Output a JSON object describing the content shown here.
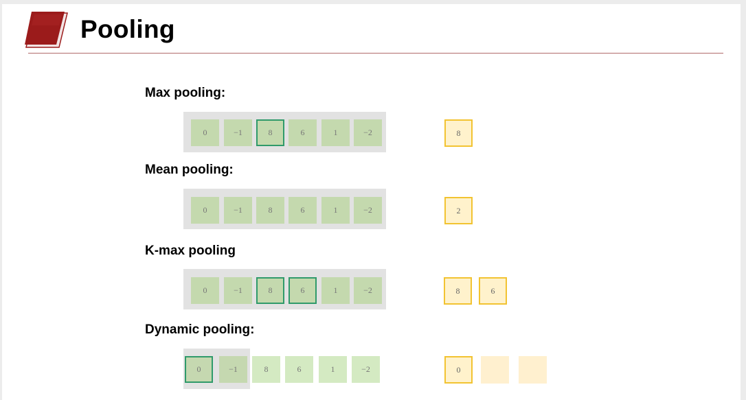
{
  "title": "Pooling",
  "sections": {
    "max": {
      "label": "Max pooling:",
      "input": [
        "0",
        "−1",
        "8",
        "6",
        "1",
        "−2"
      ],
      "highlighted": [
        2
      ],
      "output": [
        "8"
      ]
    },
    "mean": {
      "label": "Mean pooling:",
      "input": [
        "0",
        "−1",
        "8",
        "6",
        "1",
        "−2"
      ],
      "highlighted": [],
      "output": [
        "2"
      ]
    },
    "kmax": {
      "label": "K-max pooling",
      "input": [
        "0",
        "−1",
        "8",
        "6",
        "1",
        "−2"
      ],
      "highlighted": [
        2,
        3
      ],
      "output": [
        "8",
        "6"
      ]
    },
    "dynamic": {
      "label": "Dynamic pooling:",
      "input": [
        "0",
        "−1",
        "8",
        "6",
        "1",
        "−2"
      ],
      "window": [
        0,
        1
      ],
      "highlighted": [
        0
      ],
      "output": [
        "0",
        "",
        ""
      ]
    }
  },
  "colors": {
    "accent": "#9b1b1b",
    "cell": "#c4d9ae",
    "cell_highlight_border": "#2f9a6a",
    "output_fill": "#fff2cc",
    "output_border": "#f2c331"
  }
}
